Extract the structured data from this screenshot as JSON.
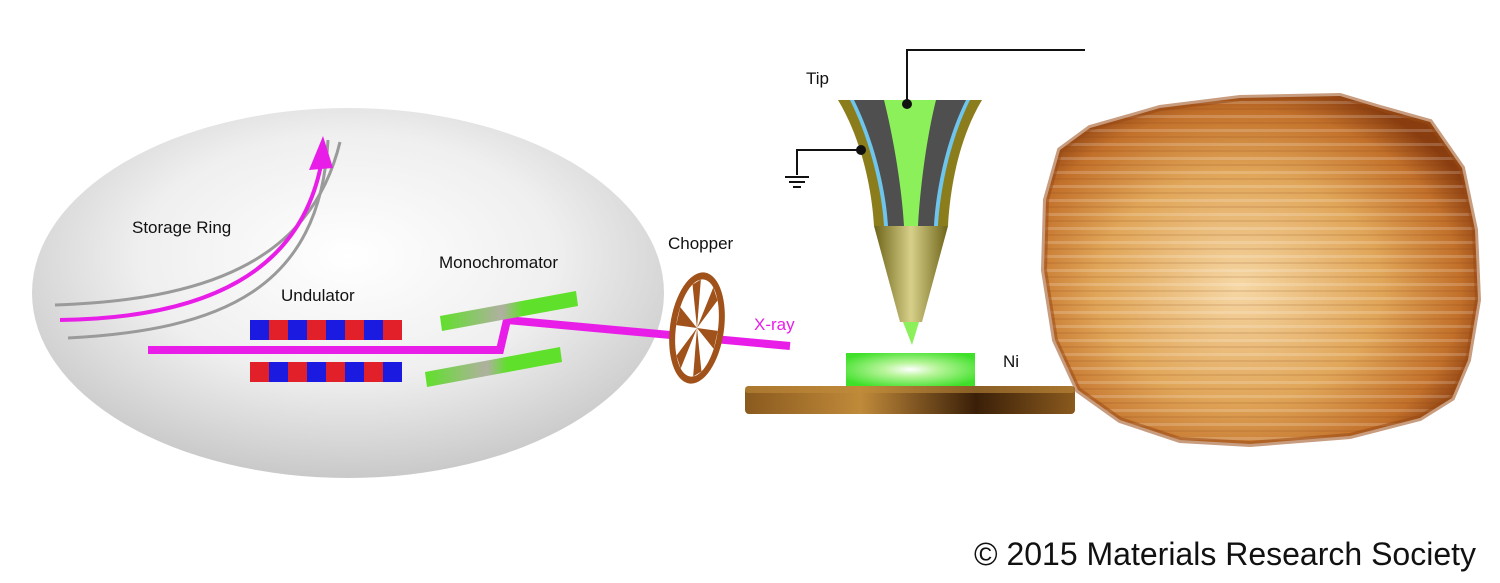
{
  "labels": {
    "storage_ring": "Storage Ring",
    "undulator": "Undulator",
    "monochromator": "Monochromator",
    "chopper": "Chopper",
    "xray": "X-ray",
    "tip": "Tip",
    "ni": "Ni"
  },
  "footer": {
    "copyright": "© 2015 Materials Research Society"
  },
  "colors": {
    "beam": "#e81ee8",
    "undulator_red": "#e2202a",
    "undulator_blue": "#1a1ae0",
    "crystal_green": "#5fe02a",
    "tip_olive": "#8b7d1c",
    "tip_gray": "#4f4f4f",
    "tip_blue": "#6ec6ee",
    "sample_green": "#5fe63c",
    "substrate_brown": "#6b3a10",
    "chopper_brown": "#a0521a",
    "afm_orange": "#c8762a"
  },
  "icons": [
    "ground-icon"
  ]
}
